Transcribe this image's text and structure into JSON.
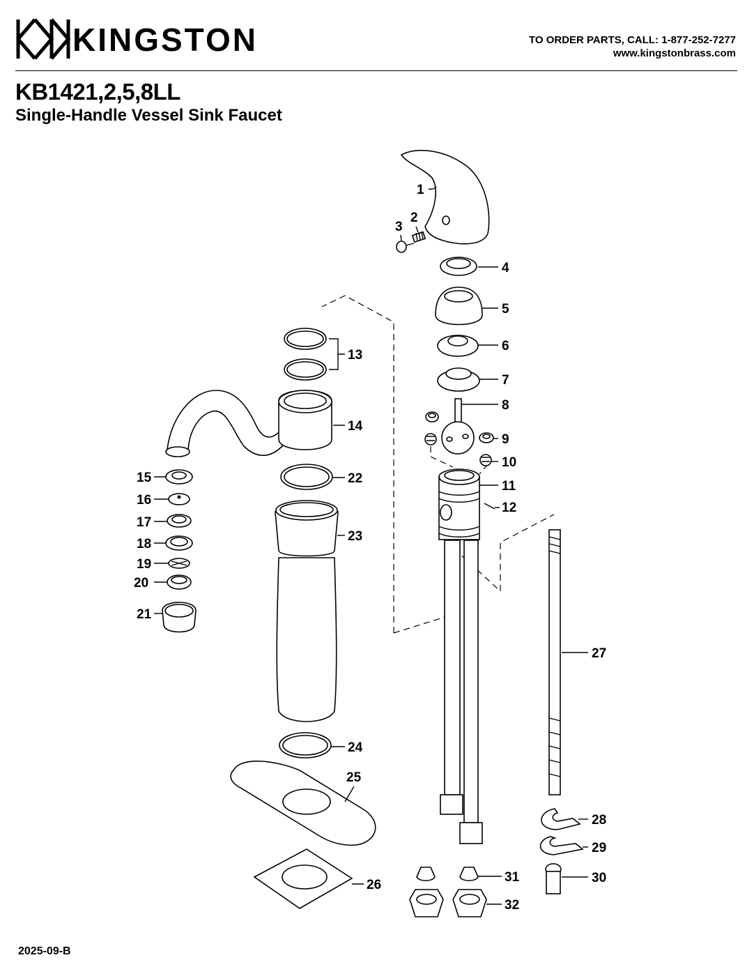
{
  "header": {
    "brand": "KINGSTON",
    "order_line": "TO ORDER PARTS, CALL: 1-877-252-7277",
    "website": "www.kingstonbrass.com"
  },
  "product": {
    "model": "KB1421,2,5,8LL",
    "name": "Single-Handle Vessel Sink Faucet"
  },
  "revision": "2025-09-B",
  "part_numbers": [
    "1",
    "2",
    "3",
    "4",
    "5",
    "6",
    "7",
    "8",
    "9",
    "10",
    "11",
    "12",
    "13",
    "14",
    "15",
    "16",
    "17",
    "18",
    "19",
    "20",
    "21",
    "22",
    "23",
    "24",
    "25",
    "26",
    "27",
    "28",
    "29",
    "30",
    "31",
    "32"
  ]
}
